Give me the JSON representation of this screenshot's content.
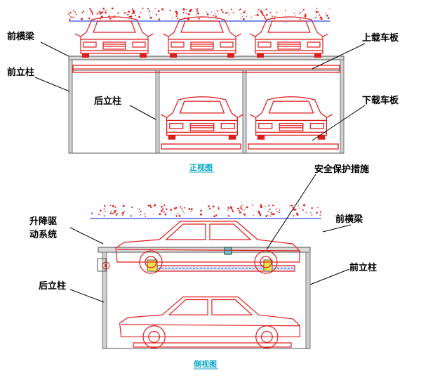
{
  "front_view": {
    "caption": "正视图",
    "labels": {
      "front_beam": "前横梁",
      "front_column": "前立柱",
      "rear_column": "后立柱",
      "upper_plate": "上载车板",
      "lower_plate": "下载车板"
    }
  },
  "side_view": {
    "caption": "侧视图",
    "labels": {
      "safety": "安全保护措施",
      "lift_line1": "升降驱",
      "lift_line2": "动系统",
      "front_beam": "前横梁",
      "rear_column": "后立柱",
      "front_column": "前立柱"
    }
  },
  "colors": {
    "drawing": "#e01b1b",
    "caption": "#0aa6c8",
    "blue_line": "#2a4bd8"
  }
}
